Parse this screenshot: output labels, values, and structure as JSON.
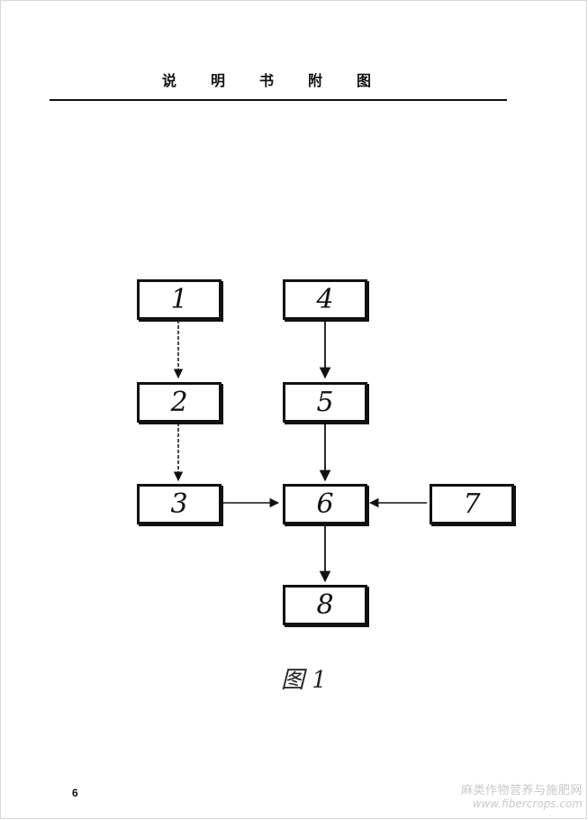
{
  "header": {
    "title": "说明书附图"
  },
  "diagram": {
    "boxes": [
      {
        "id": "1",
        "label": "1"
      },
      {
        "id": "2",
        "label": "2"
      },
      {
        "id": "3",
        "label": "3"
      },
      {
        "id": "4",
        "label": "4"
      },
      {
        "id": "5",
        "label": "5"
      },
      {
        "id": "6",
        "label": "6"
      },
      {
        "id": "7",
        "label": "7"
      },
      {
        "id": "8",
        "label": "8"
      }
    ],
    "edges": [
      {
        "from": "1",
        "to": "2"
      },
      {
        "from": "2",
        "to": "3"
      },
      {
        "from": "4",
        "to": "5"
      },
      {
        "from": "5",
        "to": "6"
      },
      {
        "from": "3",
        "to": "6"
      },
      {
        "from": "7",
        "to": "6"
      },
      {
        "from": "6",
        "to": "8"
      }
    ]
  },
  "figure": {
    "caption": "图 1"
  },
  "footer": {
    "page_number": "6"
  },
  "watermark": {
    "site_name": "麻类作物营养与施肥网",
    "url": "www.fibercrops.com"
  }
}
